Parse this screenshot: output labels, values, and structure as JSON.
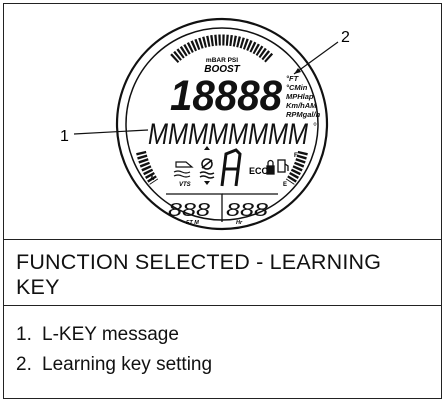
{
  "figure": {
    "boost_small": "mBAR PSI",
    "boost": "BOOST",
    "main_digits": "18888",
    "units": [
      "°FT",
      "°CMin",
      "MPHlap",
      "Km/hAM",
      "RPMgal/h"
    ],
    "alpha_segments": "MMMMMMMM",
    "degree": "°",
    "vts": "VTS",
    "eco": "ECO",
    "fuel_f": "F",
    "fuel_e": "E",
    "tach_a": "A",
    "depth_digits": "888",
    "depth_unit": "FT M",
    "hours_digits": "888",
    "hours_unit": "Hr",
    "callout_1": "1",
    "callout_2": "2"
  },
  "caption": "FUNCTION SELECTED - LEARNING KEY",
  "notes": [
    {
      "num": "1.",
      "text": "L-KEY message"
    },
    {
      "num": "2.",
      "text": "Learning key setting"
    }
  ]
}
